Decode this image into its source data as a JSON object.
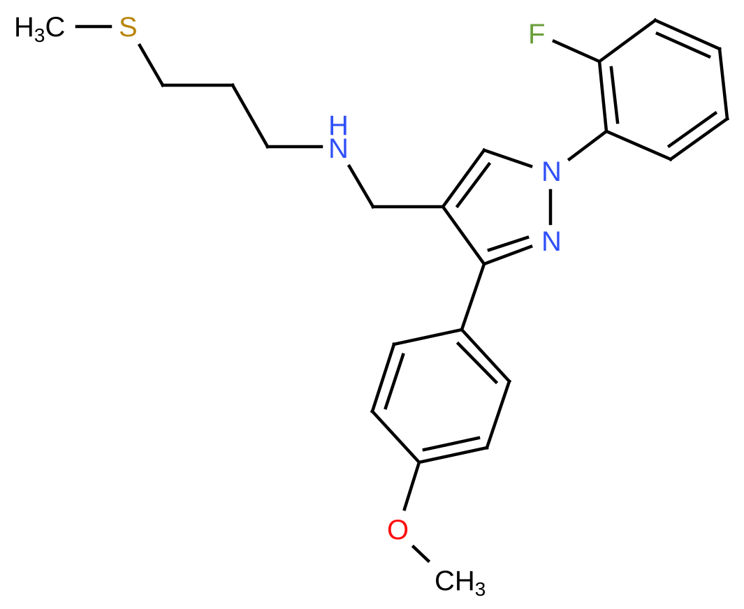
{
  "diagram": {
    "type": "chemical-structure",
    "colors": {
      "bond": "#000000",
      "carbon": "#000000",
      "nitrogen": "#3050F8",
      "sulfur": "#B8860B",
      "fluorine": "#6A9E3A",
      "oxygen": "#FF0D0D"
    },
    "labels": {
      "methyl_s": {
        "main": "H",
        "sub": "3",
        "tail": "C"
      },
      "sulfur": "S",
      "amine_h": "H",
      "amine_n": "N",
      "pyrazole_n1": "N",
      "pyrazole_n2": "N",
      "fluorine": "F",
      "oxygen": "O",
      "methyl_o": {
        "main": "CH",
        "sub": "3"
      }
    }
  }
}
